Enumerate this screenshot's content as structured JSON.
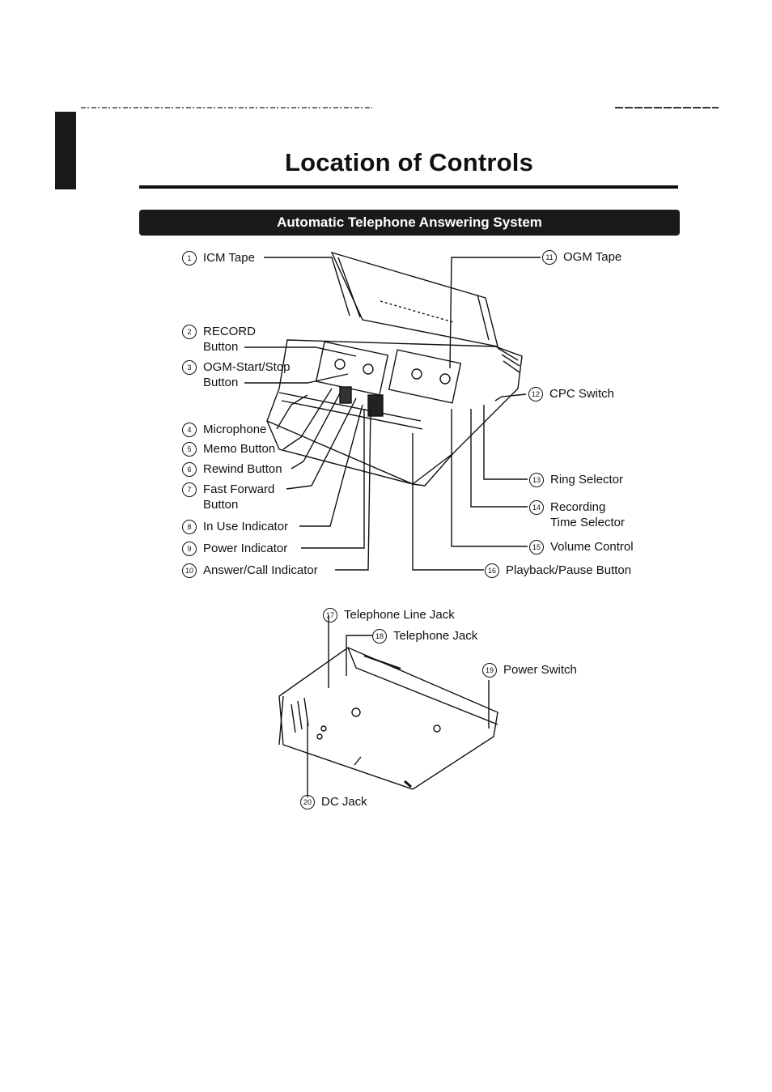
{
  "page": {
    "title": "Location of Controls",
    "section_banner": "Automatic Telephone Answering System"
  },
  "controls": [
    {
      "num": "1",
      "line1": "ICM Tape",
      "line2": ""
    },
    {
      "num": "2",
      "line1": "RECORD",
      "line2": "Button"
    },
    {
      "num": "3",
      "line1": "OGM-Start/Stop",
      "line2": "Button"
    },
    {
      "num": "4",
      "line1": "Microphone",
      "line2": ""
    },
    {
      "num": "5",
      "line1": "Memo Button",
      "line2": ""
    },
    {
      "num": "6",
      "line1": "Rewind Button",
      "line2": ""
    },
    {
      "num": "7",
      "line1": "Fast Forward",
      "line2": "Button"
    },
    {
      "num": "8",
      "line1": "In Use Indicator",
      "line2": ""
    },
    {
      "num": "9",
      "line1": "Power Indicator",
      "line2": ""
    },
    {
      "num": "10",
      "line1": "Answer/Call Indicator",
      "line2": ""
    },
    {
      "num": "11",
      "line1": "OGM Tape",
      "line2": ""
    },
    {
      "num": "12",
      "line1": "CPC Switch",
      "line2": ""
    },
    {
      "num": "13",
      "line1": "Ring Selector",
      "line2": ""
    },
    {
      "num": "14",
      "line1": "Recording",
      "line2": "Time Selector"
    },
    {
      "num": "15",
      "line1": "Volume Control",
      "line2": ""
    },
    {
      "num": "16",
      "line1": "Playback/Pause Button",
      "line2": ""
    },
    {
      "num": "17",
      "line1": "Telephone Line Jack",
      "line2": ""
    },
    {
      "num": "18",
      "line1": "Telephone Jack",
      "line2": ""
    },
    {
      "num": "19",
      "line1": "Power Switch",
      "line2": ""
    },
    {
      "num": "20",
      "line1": "DC Jack",
      "line2": ""
    }
  ]
}
